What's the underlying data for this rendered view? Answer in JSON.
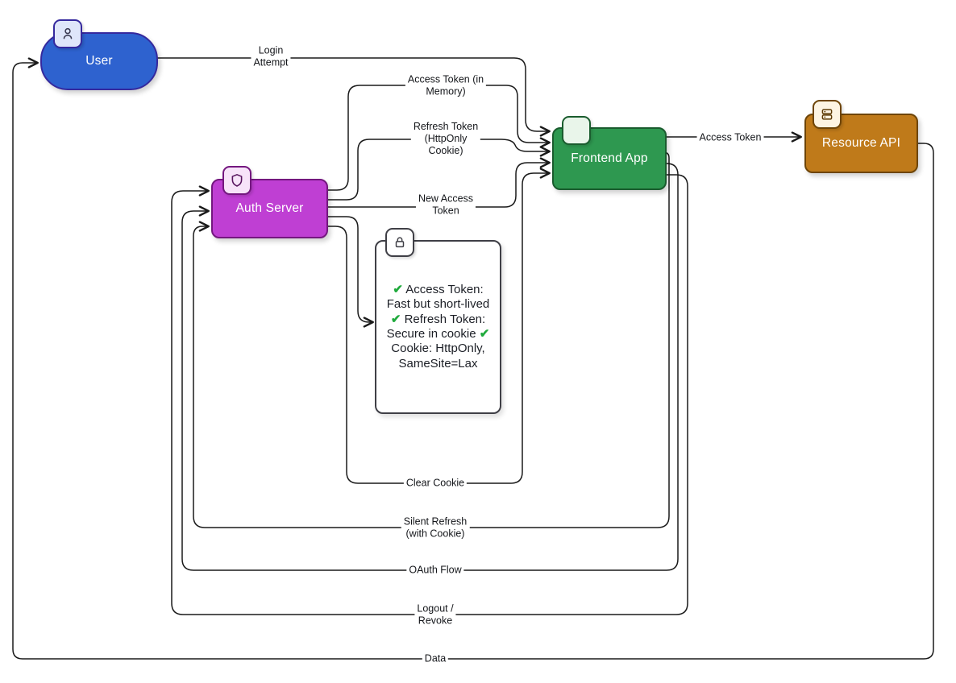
{
  "diagram": {
    "type": "flowchart",
    "edge_color": "#1a1a1a",
    "nodes": {
      "user": {
        "label": "User",
        "icon": "person-icon",
        "fill": "#2e62cf",
        "border": "#35299e"
      },
      "auth_server": {
        "label": "Auth Server",
        "icon": "shield-icon",
        "fill": "#bf3fd3",
        "border": "#74177f"
      },
      "frontend_app": {
        "label": "Frontend App",
        "icon": "app-window-icon",
        "fill": "#2e9850",
        "border": "#1a5c2e"
      },
      "resource_api": {
        "label": "Resource API",
        "icon": "server-icon",
        "fill": "#bf7a1a",
        "border": "#6e4508"
      }
    },
    "note": {
      "icon": "lock-icon",
      "check_color": "#1faa3c",
      "items": [
        {
          "check": "✔",
          "text": "Access Token: Fast but short-lived"
        },
        {
          "check": "✔",
          "text": "Refresh Token: Secure in cookie"
        },
        {
          "check": "✔",
          "text": "Cookie: HttpOnly, SameSite=Lax"
        }
      ]
    },
    "edges": {
      "login_attempt": {
        "label": "Login\nAttempt",
        "from": "User",
        "to": "Frontend App"
      },
      "access_token_memory": {
        "label": "Access Token (in\nMemory)",
        "from": "Auth Server",
        "to": "Frontend App"
      },
      "refresh_token": {
        "label": "Refresh Token\n(HttpOnly\nCookie)",
        "from": "Auth Server",
        "to": "Frontend App"
      },
      "new_access_token": {
        "label": "New Access\nToken",
        "from": "Auth Server",
        "to": "Frontend App"
      },
      "clear_cookie": {
        "label": "Clear Cookie",
        "from": "Auth Server",
        "to": "Frontend App"
      },
      "access_token_api": {
        "label": "Access Token",
        "from": "Frontend App",
        "to": "Resource API"
      },
      "silent_refresh": {
        "label": "Silent Refresh\n(with Cookie)",
        "from": "Frontend App",
        "to": "Auth Server"
      },
      "oauth_flow": {
        "label": "OAuth Flow",
        "from": "Frontend App",
        "to": "Auth Server"
      },
      "logout_revoke": {
        "label": "Logout /\nRevoke",
        "from": "Frontend App",
        "to": "Auth Server"
      },
      "data": {
        "label": "Data",
        "from": "Resource API",
        "to": "User"
      }
    }
  }
}
